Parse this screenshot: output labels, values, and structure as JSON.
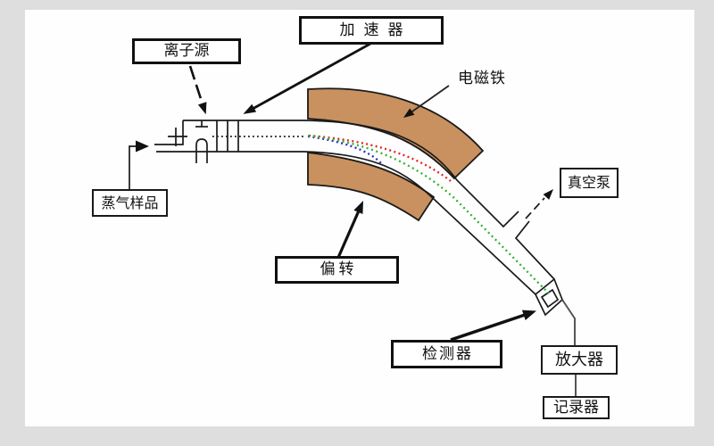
{
  "diagram": {
    "labels": {
      "ion_source": "离子源",
      "accelerator": "加速器",
      "electromagnet": "电磁铁",
      "vapor_sample": "蒸气样品",
      "deflection": "偏转",
      "vacuum_pump": "真空泵",
      "detector": "检测器",
      "amplifier": "放大器",
      "recorder": "记录器"
    },
    "colors": {
      "background": "#dedede",
      "canvas": "#fefefe",
      "magnet_fill": "#c8915f",
      "outline": "#1a1a1a",
      "beam_neutral": "#333333",
      "beam_red": "#e32222",
      "beam_blue": "#2b2bcc",
      "beam_green": "#2db32d"
    }
  }
}
